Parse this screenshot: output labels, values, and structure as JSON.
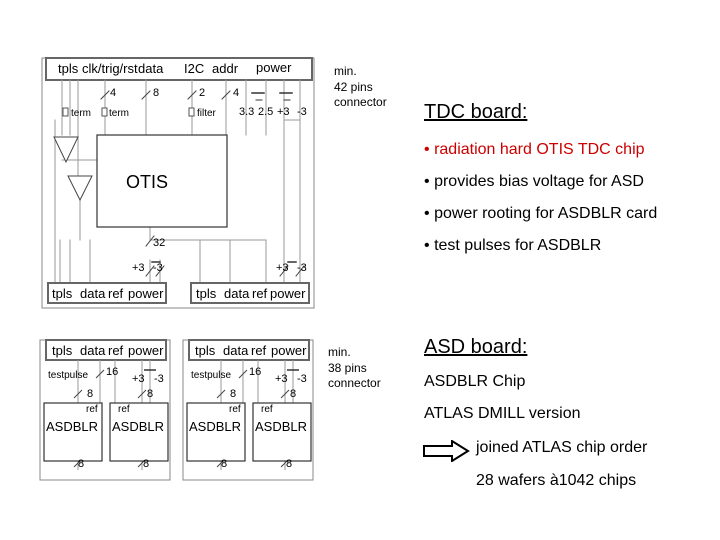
{
  "tdc": {
    "heading": "TDC board:",
    "bullet": "•",
    "points": [
      {
        "text": "radiation hard OTIS TDC chip",
        "color": "#cc0000"
      },
      {
        "text": "provides bias voltage for ASD",
        "color": "#000000"
      },
      {
        "text": "power rooting for ASDBLR card",
        "color": "#000000"
      },
      {
        "text": "test pulses for ASDBLR",
        "color": "#000000"
      }
    ],
    "diagram": {
      "header": {
        "tpls": "tpls",
        "clk": "clk/trig/rst",
        "data": "data",
        "i2c": "I2C",
        "addr": "addr",
        "power": "power"
      },
      "pin_counts": {
        "clk": "4",
        "data": "8",
        "i2c": "2",
        "addr": "4"
      },
      "term1": "term",
      "term2": "term",
      "filter": "filter",
      "voltages": {
        "v1": "3.3",
        "v2": "2.5",
        "v3": "+3",
        "v4": "-3"
      },
      "connector_note": [
        "min.",
        "42 pins",
        "connector"
      ],
      "chip": "OTIS",
      "bus": "32",
      "supply_left": {
        "plus": "+3",
        "minus": "-3"
      },
      "supply_right": {
        "plus": "+3",
        "minus": "-3"
      },
      "bottom_left": {
        "tpls": "tpls",
        "data": "data",
        "ref": "ref",
        "power": "power"
      },
      "bottom_right": {
        "tpls": "tpls",
        "data": "data",
        "ref": "ref",
        "power": "power"
      }
    }
  },
  "asd": {
    "heading": "ASD board:",
    "lines": [
      "ASDBLR Chip",
      "ATLAS DMILL version"
    ],
    "arrow_icon": "right-arrow-icon",
    "arrow_lines": [
      "joined ATLAS chip order",
      "28 wafers à1042 chips"
    ],
    "diagram": {
      "cards": [
        {
          "header": {
            "tpls": "tpls",
            "data": "data",
            "ref": "ref",
            "power": "power"
          },
          "testpulse": "testpulse",
          "count": "16",
          "plus": "+3",
          "minus": "-3",
          "in_left": "8",
          "in_right": "8",
          "ref_left": "ref",
          "ref_right": "ref",
          "chip_left": "ASDBLR",
          "chip_right": "ASDBLR",
          "out_left": "8",
          "out_right": "8"
        },
        {
          "header": {
            "tpls": "tpls",
            "data": "data",
            "ref": "ref",
            "power": "power"
          },
          "testpulse": "testpulse",
          "count": "16",
          "plus": "+3",
          "minus": "-3",
          "in_left": "8",
          "in_right": "8",
          "ref_left": "ref",
          "ref_right": "ref",
          "chip_left": "ASDBLR",
          "chip_right": "ASDBLR",
          "out_left": "8",
          "out_right": "8"
        }
      ],
      "connector_note": [
        "min.",
        "38 pins",
        "connector"
      ]
    }
  }
}
